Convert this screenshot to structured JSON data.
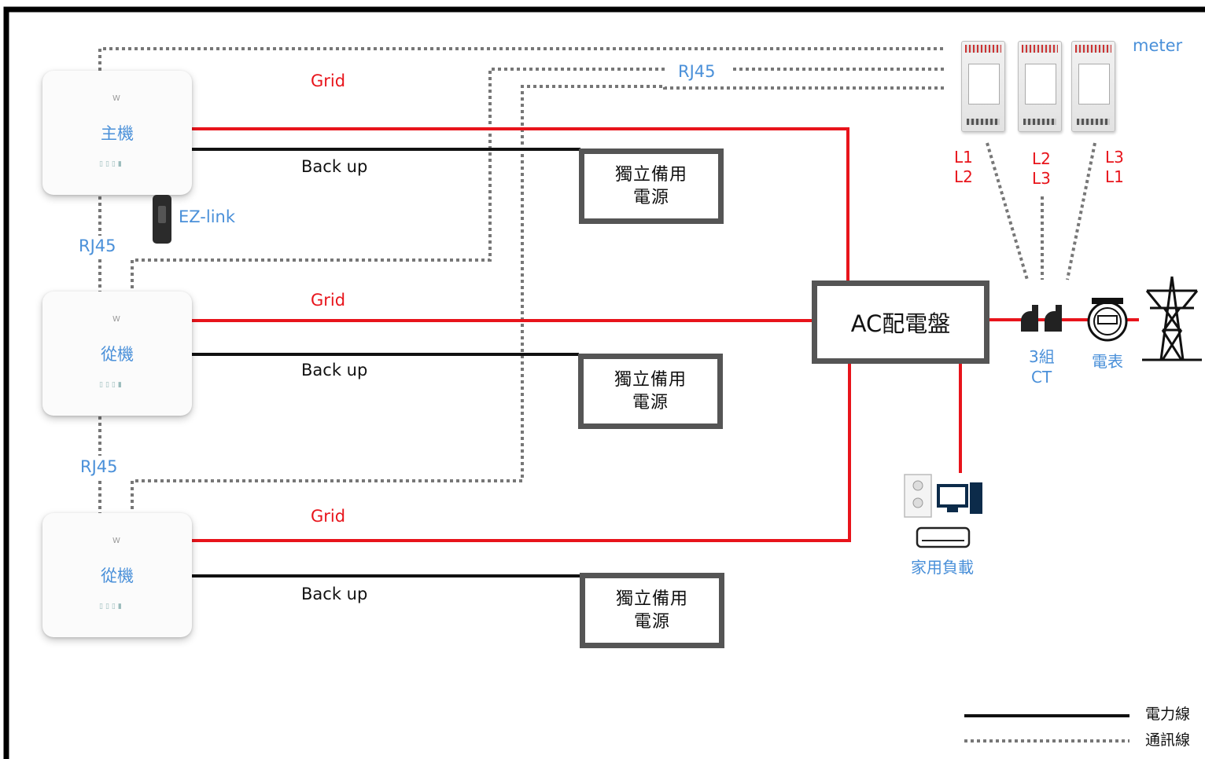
{
  "inverters": [
    {
      "name": "主機"
    },
    {
      "name": "從機"
    },
    {
      "name": "從機"
    }
  ],
  "inverter_logo": "W",
  "inverter_leds": "▯▯▯▮",
  "lines": {
    "grid": "Grid",
    "backup": "Back up"
  },
  "comm": {
    "rj45_top": "RJ45",
    "rj45_1": "RJ45",
    "rj45_2": "RJ45",
    "ezlink": "EZ-link"
  },
  "backup_box": {
    "line1": "獨立備用",
    "line2": "電源"
  },
  "ac_panel": "AC配電盤",
  "meter": {
    "title": "meter",
    "phases": [
      {
        "a": "L1",
        "b": "L2"
      },
      {
        "a": "L2",
        "b": "L3"
      },
      {
        "a": "L3",
        "b": "L1"
      }
    ]
  },
  "ct": {
    "line1": "3組",
    "line2": "CT"
  },
  "utility_meter": "電表",
  "home_load": "家用負載",
  "legend": {
    "power": "電力線",
    "comm": "通訊線"
  },
  "colors": {
    "grid_line": "#e8141b",
    "backup_line": "#111111",
    "comm_line": "#777777",
    "label_blue": "#4a90d9",
    "box_border": "#555555"
  }
}
